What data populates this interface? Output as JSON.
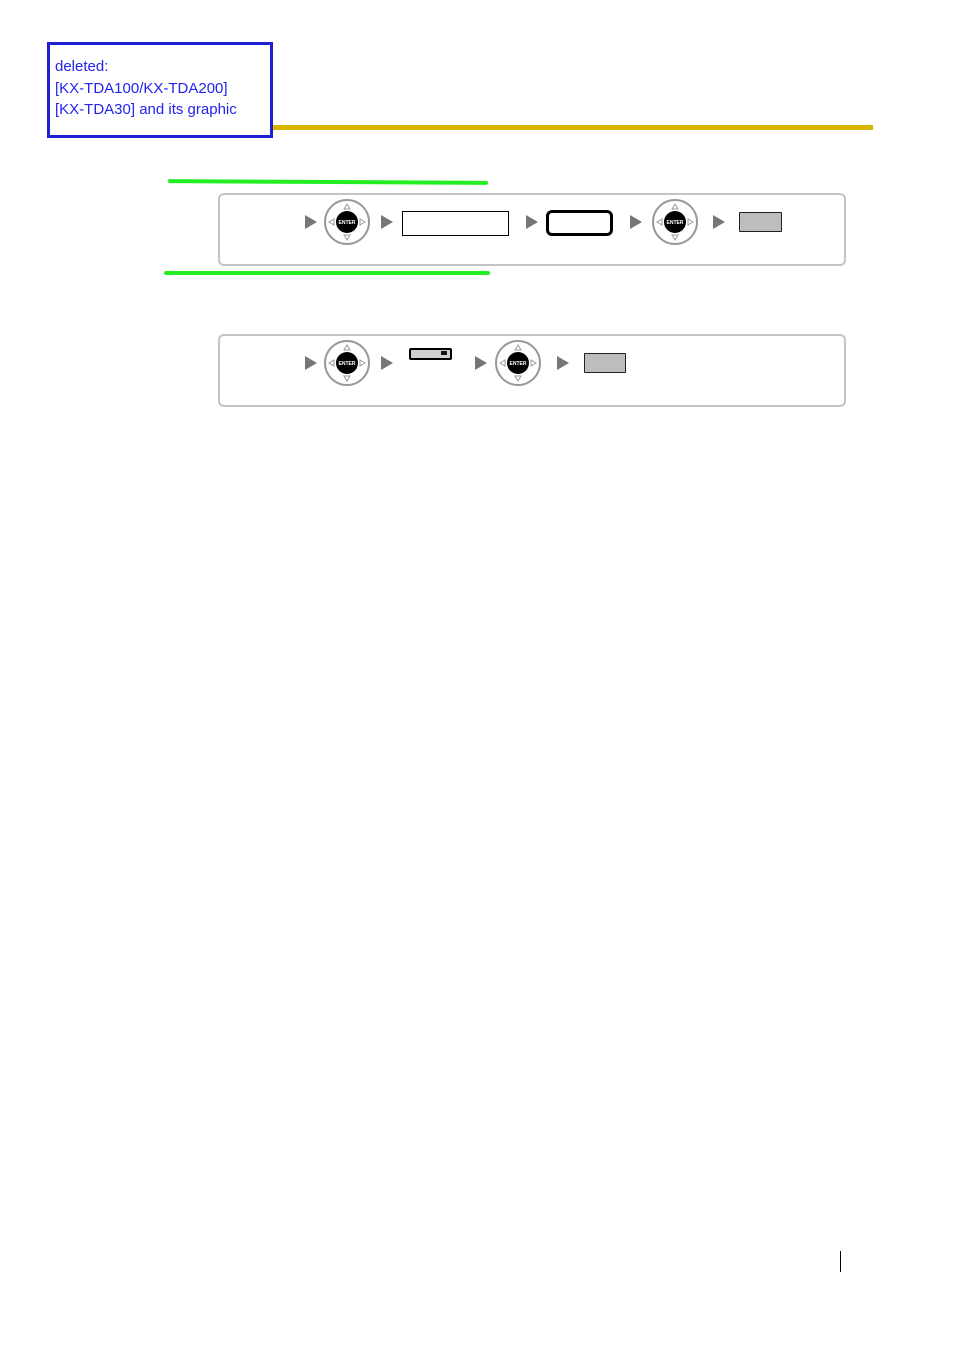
{
  "annotation": {
    "line1": "deleted:",
    "line2": "[KX-TDA100/KX-TDA200]",
    "line3": "[KX-TDA30] and its graphic"
  },
  "colors": {
    "annotation_border": "#1f1fd6",
    "annotation_text": "#2323ee",
    "header_rule": "#d6b400",
    "highlight_mark": "#22ee22",
    "panel_border": "#c4c4c4",
    "key_gray": "#bdbdbd"
  },
  "navigator_key": {
    "label": "ENTER",
    "icon": "navigator-key-icon"
  },
  "procedures": [
    {
      "steps": [
        "arrow-icon",
        "navigator-key-icon",
        "arrow-icon",
        "display-field",
        "arrow-icon",
        "rounded-key",
        "arrow-icon",
        "navigator-key-icon",
        "arrow-icon",
        "gray-key"
      ]
    },
    {
      "steps": [
        "arrow-icon",
        "navigator-key-icon",
        "arrow-icon",
        "slim-key",
        "arrow-icon",
        "navigator-key-icon",
        "arrow-icon",
        "gray-key"
      ]
    }
  ]
}
